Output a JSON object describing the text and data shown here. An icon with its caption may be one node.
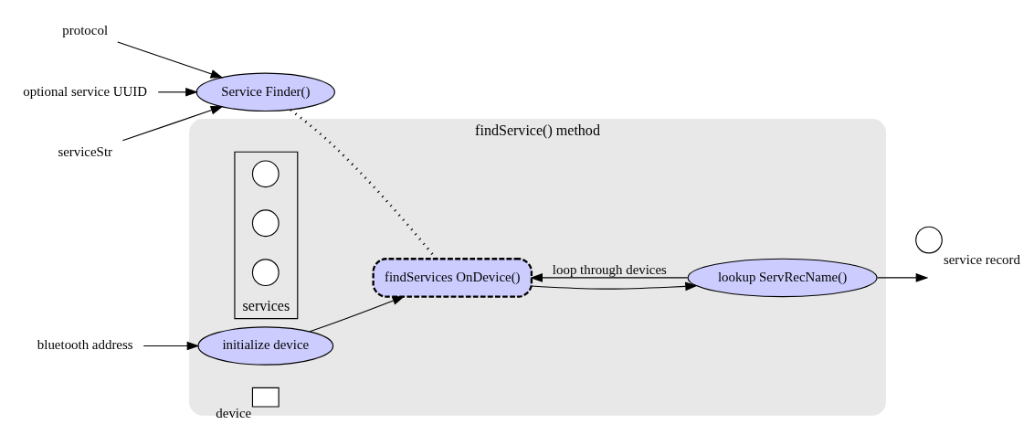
{
  "diagram": {
    "nodes": [
      {
        "text": [
          "findService() method"
        ]
      },
      {
        "text": [
          "bluetooth address"
        ]
      },
      {
        "text": [
          "initialize device"
        ],
        "in": 0
      },
      {
        "text": [
          "findServices OnDevice()"
        ],
        "in": 0
      },
      {
        "text": [
          "lookup ServRecName()"
        ],
        "in": 0
      },
      {
        "text": [
          "Service Finder()"
        ]
      },
      {
        "text": [
          "protocol"
        ]
      },
      {
        "text": [
          "optional service UUID"
        ]
      },
      {
        "text": [
          "serviceStr"
        ]
      },
      {
        "text": [],
        "shape": "circle",
        "beside": [
          "service record"
        ]
      },
      {
        "text": [],
        "shape": "box",
        "in": 0,
        "beside": [
          "device"
        ]
      },
      {
        "text": [],
        "shape": "box",
        "in": 0,
        "beside": [
          "services"
        ]
      },
      {
        "text": [],
        "shape": "circle",
        "in": 11
      },
      {
        "text": [],
        "shape": "circle",
        "in": 11
      },
      {
        "text": [],
        "shape": "circle",
        "in": 11
      }
    ],
    "edges": [
      {
        "from": 1,
        "to": 2,
        "arrow": "to"
      },
      {
        "from": 2,
        "to": 3,
        "arrow": "to"
      },
      {
        "from": 6,
        "to": 5,
        "arrow": "to"
      },
      {
        "from": 7,
        "to": 5,
        "arrow": "to"
      },
      {
        "from": 8,
        "to": 5,
        "arrow": "to"
      },
      {
        "from": 5,
        "to": 3,
        "arrow": "none",
        "style": "dashed"
      },
      {
        "from": 3,
        "to": 4,
        "arrow": "to"
      },
      {
        "from": 4,
        "to": 3,
        "arrow": "to",
        "label": "loop through devices"
      },
      {
        "from": 4,
        "to": null,
        "arrow": "to"
      }
    ]
  }
}
